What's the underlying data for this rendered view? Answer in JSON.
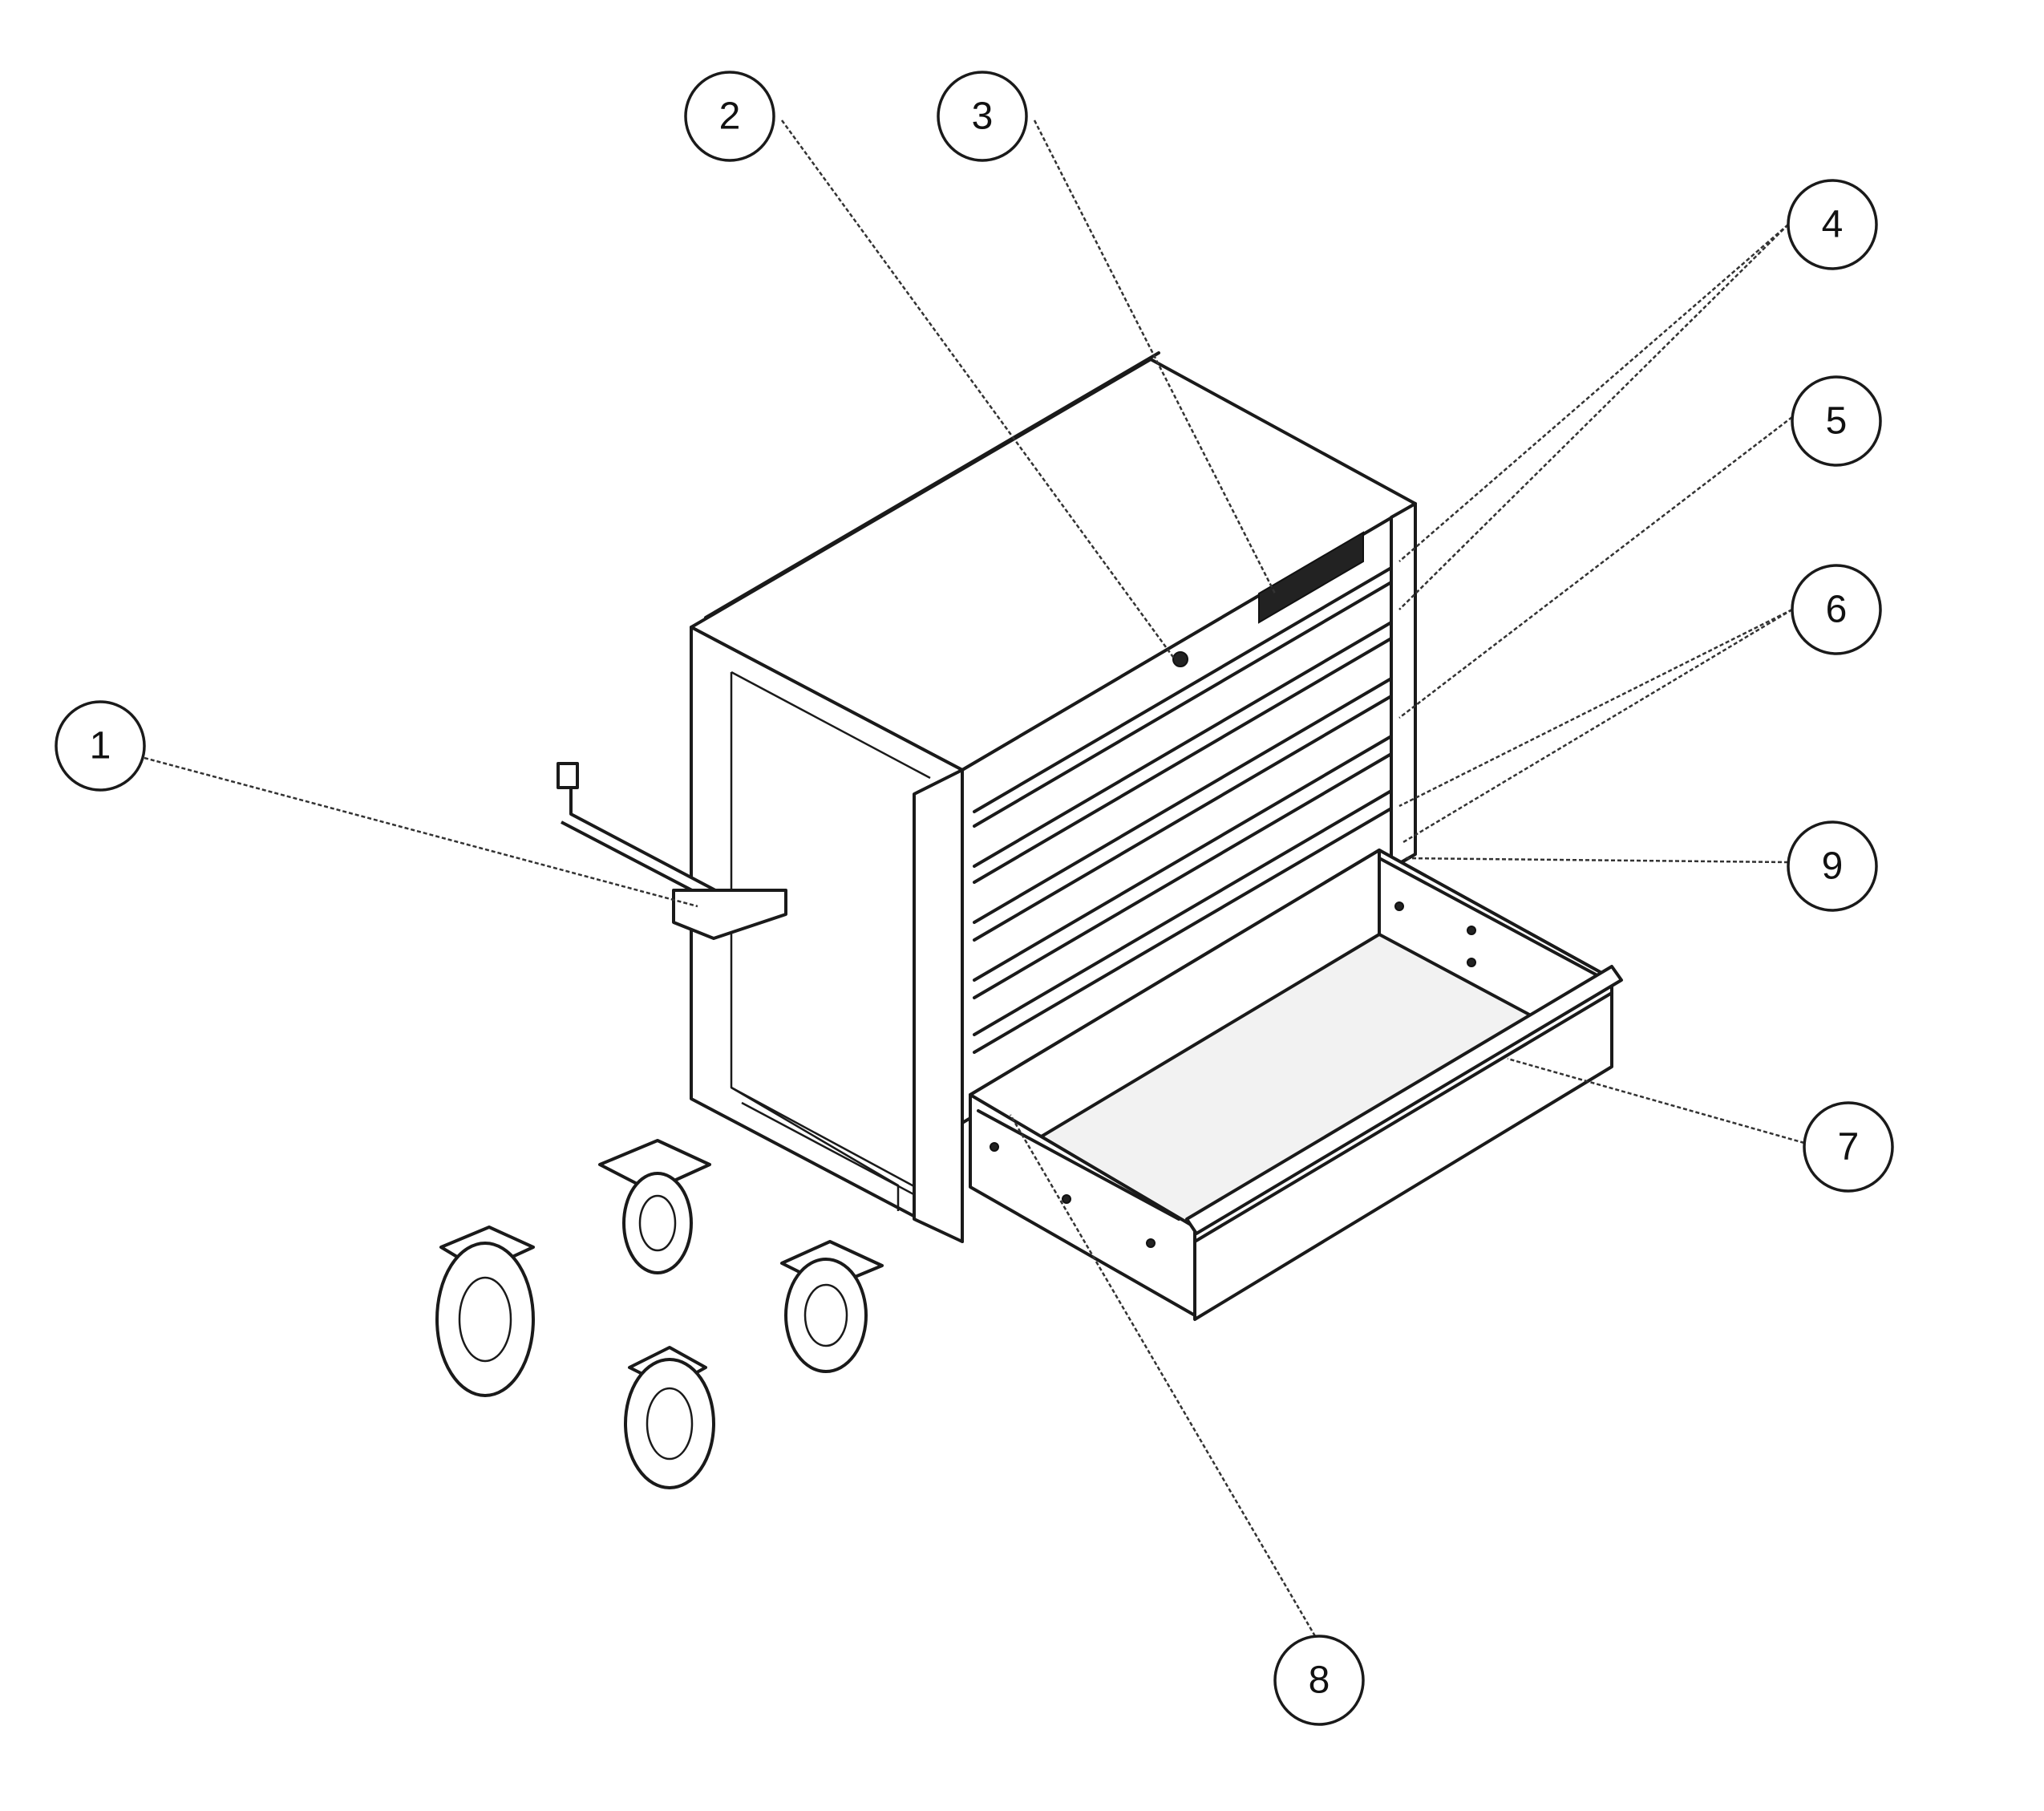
{
  "colors": {
    "line": "#1a1a1a",
    "background": "#ffffff"
  },
  "callouts": [
    {
      "id": "1",
      "label": "1"
    },
    {
      "id": "2",
      "label": "2"
    },
    {
      "id": "3",
      "label": "3"
    },
    {
      "id": "4",
      "label": "4"
    },
    {
      "id": "5",
      "label": "5"
    },
    {
      "id": "6",
      "label": "6"
    },
    {
      "id": "7",
      "label": "7"
    },
    {
      "id": "8",
      "label": "8"
    },
    {
      "id": "9",
      "label": "9"
    }
  ]
}
